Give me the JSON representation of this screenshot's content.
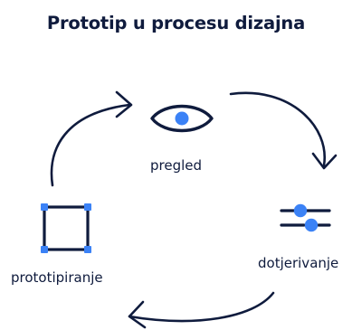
{
  "title": "Prototip u procesu dizajna",
  "steps": {
    "review": "pregled",
    "refine": "dotjerivanje",
    "prototype": "prototipiranje"
  },
  "colors": {
    "ink": "#0f1b3d",
    "accent": "#3b82f6"
  },
  "icons": {
    "review": "eye-icon",
    "refine": "sliders-icon",
    "prototype": "selection-square-icon"
  }
}
